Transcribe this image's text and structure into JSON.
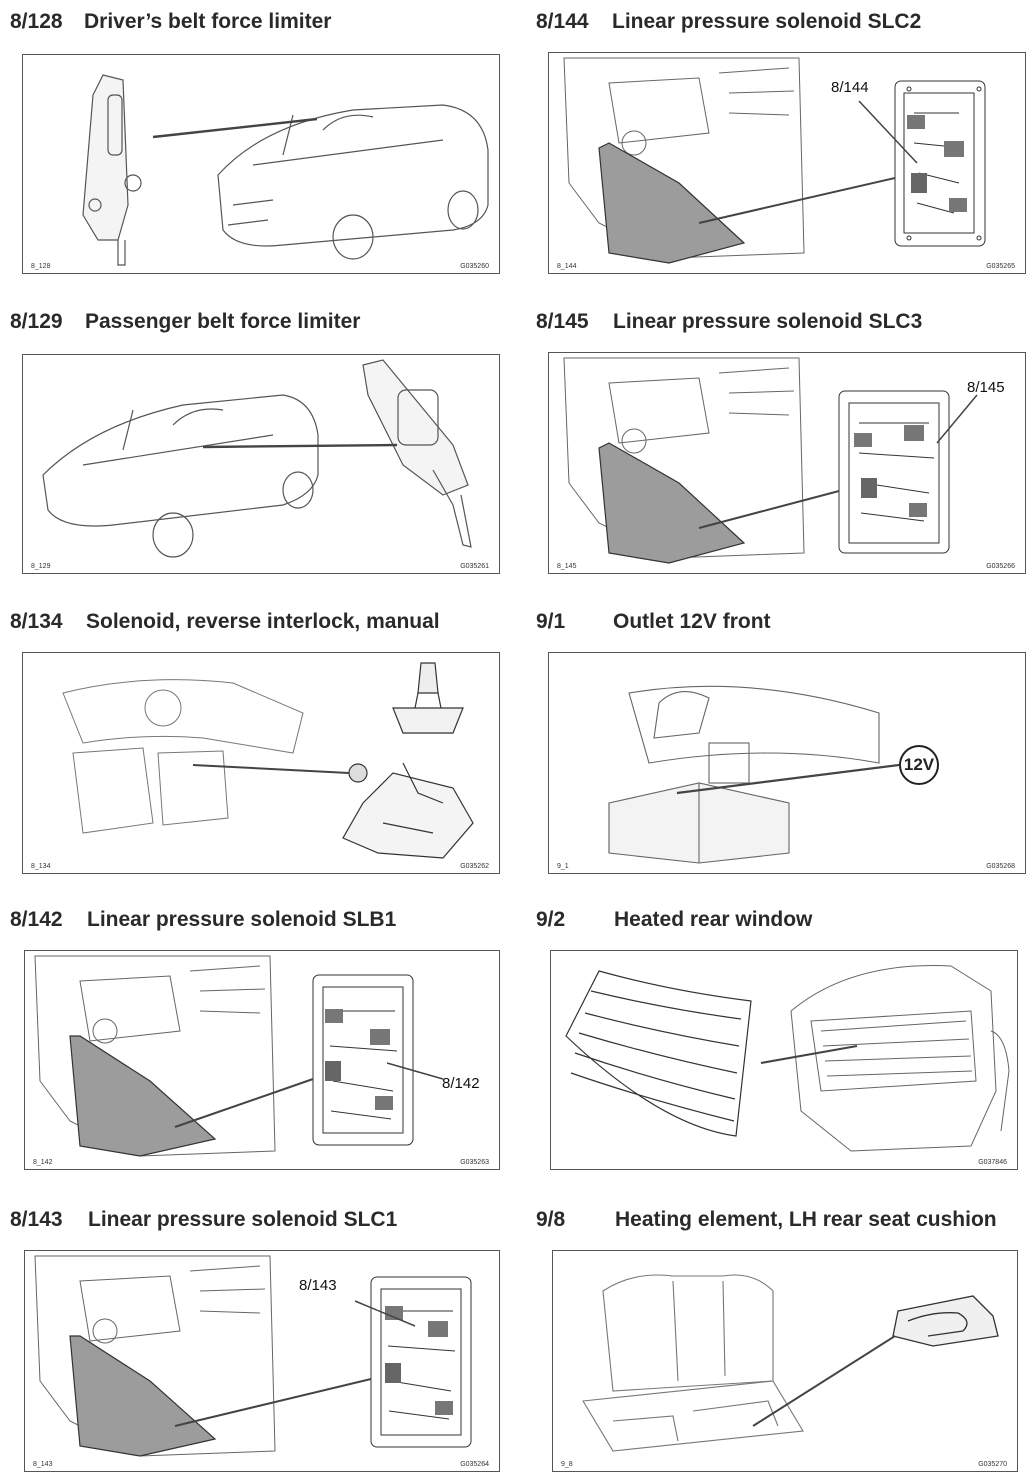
{
  "entries": [
    {
      "num": "8/128",
      "title": "Driver’s belt force limiter",
      "code_left": "8_128",
      "code_right": "G035260"
    },
    {
      "num": "8/144",
      "title": "Linear pressure solenoid SLC2",
      "code_left": "8_144",
      "code_right": "G035265",
      "callout": "8/144"
    },
    {
      "num": "8/129",
      "title": "Passenger belt force limiter",
      "code_left": "8_129",
      "code_right": "G035261"
    },
    {
      "num": "8/145",
      "title": "Linear pressure solenoid SLC3",
      "code_left": "8_145",
      "code_right": "G035266",
      "callout": "8/145"
    },
    {
      "num": "8/134",
      "title": "Solenoid, reverse interlock, manual",
      "code_left": "8_134",
      "code_right": "G035262"
    },
    {
      "num": "9/1",
      "title": "Outlet 12V front",
      "code_left": "9_1",
      "code_right": "G035268",
      "callout": "12V"
    },
    {
      "num": "8/142",
      "title": "Linear pressure solenoid SLB1",
      "code_left": "8_142",
      "code_right": "G035263",
      "callout": "8/142"
    },
    {
      "num": "9/2",
      "title": "Heated rear window",
      "code_left": "",
      "code_right": "G037846"
    },
    {
      "num": "8/143",
      "title": "Linear pressure solenoid SLC1",
      "code_left": "8_143",
      "code_right": "G035264",
      "callout": "8/143"
    },
    {
      "num": "9/8",
      "title": "Heating element, LH rear seat cushion",
      "code_left": "9_8",
      "code_right": "G035270"
    }
  ]
}
